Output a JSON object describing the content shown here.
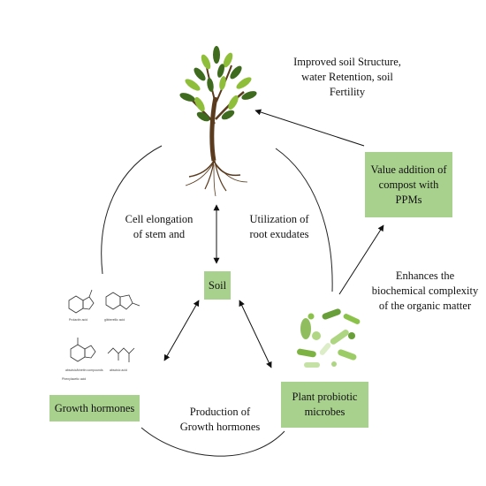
{
  "top_note": {
    "lines": [
      "Improved soil Structure,",
      "water Retention, soil",
      "Fertility"
    ]
  },
  "value_box": {
    "lines": [
      "Value addition of",
      "compost with",
      "PPMs"
    ],
    "color": "#a9d18e"
  },
  "left_note": {
    "lines": [
      "Cell elongation",
      "of stem and"
    ]
  },
  "mid_note": {
    "lines": [
      "Utilization of",
      "root exudates"
    ]
  },
  "soil_box": {
    "label": "Soil",
    "color": "#a9d18e"
  },
  "right_note": {
    "lines": [
      "Enhances the",
      "biochemical complexity",
      "of the organic matter"
    ]
  },
  "growth_box": {
    "label": "Growth hormones",
    "color": "#a9d18e"
  },
  "bottom_note": {
    "lines": [
      "Production of",
      "Growth hormones"
    ]
  },
  "microbe_box": {
    "lines": [
      "Plant probiotic",
      "microbes"
    ],
    "color": "#a9d18e"
  },
  "icons": {
    "tree": "tree-with-roots-icon",
    "hormones": "hormone-molecule-structures-icon",
    "microbes": "bacteria-microbes-icon"
  },
  "molecule_labels": [
    "Prolactin acid",
    "gibberellic acid",
    "abscisic/kinetin compounds",
    "abscisic acid",
    "Phenylacetic acid"
  ],
  "colors": {
    "box_fill": "#a9d18e",
    "arrow": "#111111",
    "cycle_line": "#222222",
    "leaf_dark": "#3f6b1f",
    "leaf_light": "#8fbf3a",
    "trunk": "#5a3b1e"
  }
}
